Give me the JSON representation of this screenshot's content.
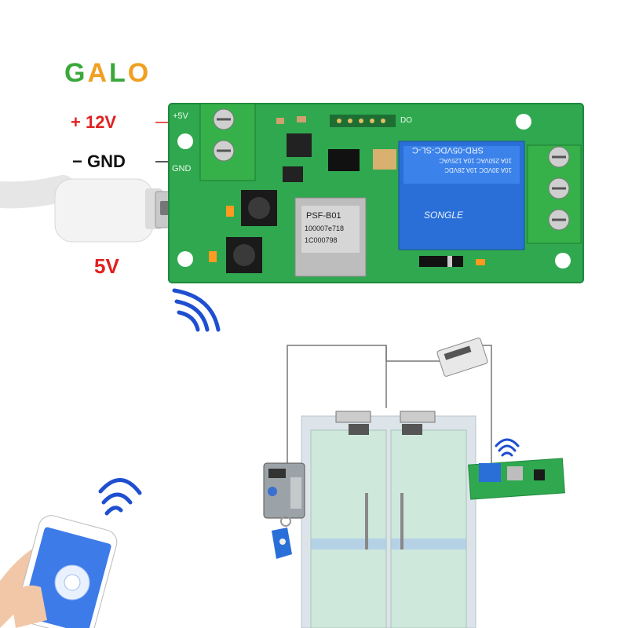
{
  "brand": {
    "logo_text": "GALO",
    "logo_letters": [
      "G",
      "A",
      "L",
      "O"
    ],
    "logo_colors": [
      "#3aa83a",
      "#f0a020",
      "#3aa83a",
      "#f0a020"
    ]
  },
  "labels": {
    "plus_12v": "+ 12V",
    "minus_gnd": "− GND",
    "five_v": "5V"
  },
  "board_text": {
    "pin_5v": "+5V",
    "pin_gnd": "GND",
    "pin_do": "DO",
    "relay_model": "SRD-05VDC-SL-C",
    "relay_ratings": [
      "10A 250VAC  10A 125VAC",
      "10A 30VDC  10A 28VDC"
    ],
    "relay_brand": "SONGLE",
    "module_text": [
      "PSF-B01",
      "100007e718",
      "1C000798"
    ]
  },
  "colors": {
    "pcb": "#2fa84f",
    "pcb_dark": "#1e8a3c",
    "terminal": "#36b14a",
    "relay": "#2a6fd8",
    "accent_red": "#e02020",
    "wifi_blue": "#1f4fd0",
    "glass": "#cfe8dc",
    "door_frame": "#dce4ea"
  }
}
